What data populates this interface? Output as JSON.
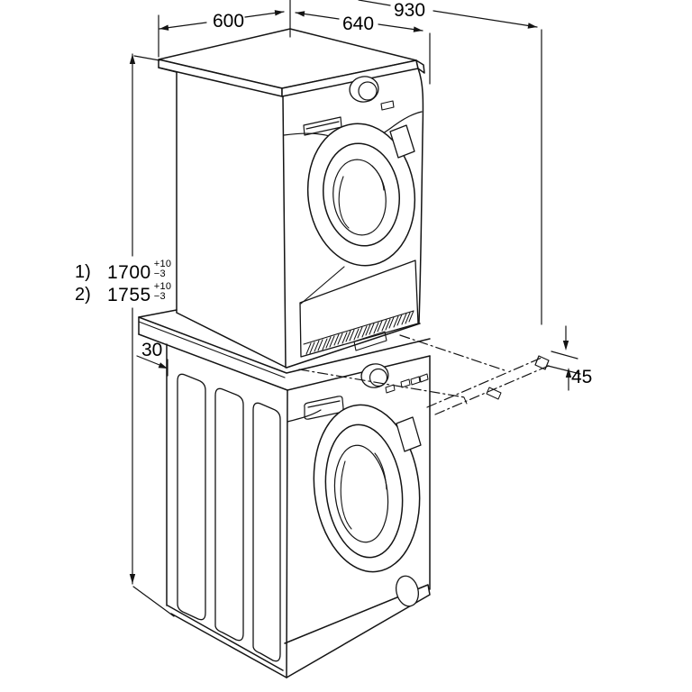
{
  "diagram": {
    "kind": "appliance installation line drawing",
    "subject": "tumble dryer stacked on washing machine with stacking kit and pull-out shelf"
  },
  "colors": {
    "background": "#ffffff",
    "line": "#141414",
    "text": "#000000"
  },
  "labels": {
    "w600": "600",
    "d640": "640",
    "d930": "930",
    "h1_index": "1)",
    "h1_value": "1700",
    "h1_tol_top": "+10",
    "h1_tol_bottom": "−3",
    "h2_index": "2)",
    "h2_value": "1755",
    "h2_tol_top": "+10",
    "h2_tol_bottom": "−3",
    "overhang": "30",
    "tray": "45"
  }
}
